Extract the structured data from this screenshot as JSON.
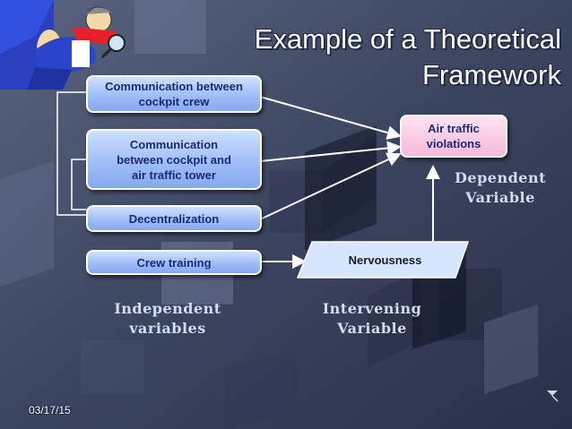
{
  "title": {
    "line1": "Example of a Theoretical",
    "line2": "Framework"
  },
  "boxes": {
    "comm_crew": "Communication between cockpit crew",
    "comm_tower_1": "Communication",
    "comm_tower_2": "between cockpit and",
    "comm_tower_3": "air traffic tower",
    "decentralization": "Decentralization",
    "crew_training": "Crew training",
    "nervousness": "Nervousness",
    "air_traffic_1": "Air traffic",
    "air_traffic_2": "violations"
  },
  "labels": {
    "independent_1": "Independent",
    "independent_2": "variables",
    "intervening_1": "Intervening",
    "intervening_2": "Variable",
    "dependent_1": "Dependent",
    "dependent_2": "Variable"
  },
  "footer": {
    "date": "03/17/15"
  },
  "colors": {
    "box_blue": "#9fbdf7",
    "box_pink": "#f7b8d8",
    "text_navy": "#1b2a78",
    "background": "#3b4560"
  }
}
